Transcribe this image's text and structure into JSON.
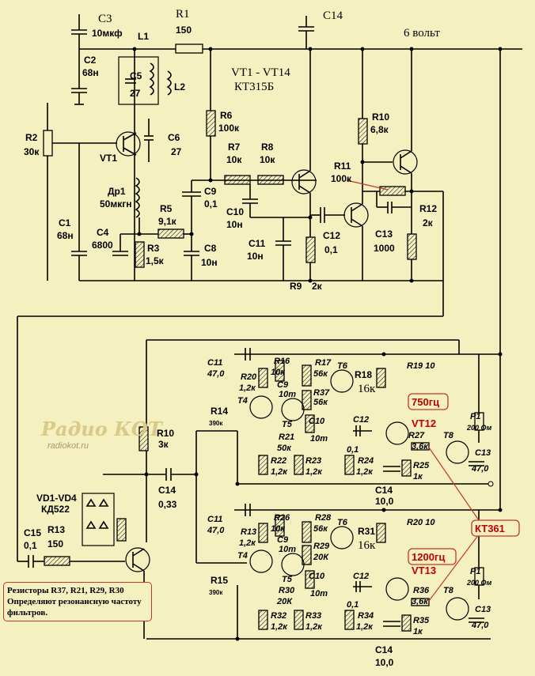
{
  "labels": {
    "C3": "C3",
    "C3v": "10мкф",
    "L1": "L1",
    "R1": "R1",
    "R1v": "150",
    "C14top": "C14",
    "supply": "6 вольт",
    "C2": "C2",
    "C2v": "68н",
    "C5": "C5",
    "C5v": "27",
    "L2": "L2",
    "vt_title": "VT1 - VT14",
    "vt_type": "КТ315Б",
    "R6": "R6",
    "R6v": "100к",
    "R10top": "R10",
    "R10topv": "6,8к",
    "R2": "R2",
    "R2v": "30к",
    "VT1": "VT1",
    "C6": "C6",
    "C6v": "27",
    "R7": "R7",
    "R7v": "10к",
    "R8": "R8",
    "R8v": "10к",
    "R11": "R11",
    "R11v": "100к",
    "Dr1": "Др1",
    "Dr1v": "50мкгн",
    "C9": "C9",
    "C9v": "0,1",
    "C10": "C10",
    "C10v": "10н",
    "R12": "R12",
    "R12v": "2к",
    "C1": "C1",
    "C1v": "68н",
    "C4": "C4",
    "C4v": "6800",
    "R5": "R5",
    "R5v": "9,1к",
    "R3": "R3",
    "R3v": "1,5к",
    "C8": "C8",
    "C8v": "10н",
    "C11": "C11",
    "C11v": "10н",
    "C12": "C12",
    "C12v": "0,1",
    "C13": "C13",
    "C13v": "1000",
    "R9": "R9",
    "R9v": "2к",
    "R10": "R10",
    "R10v": "3к",
    "C14mid": "C14",
    "C14midv": "0,33",
    "VD": "VD1-VD4",
    "VDtype": "КД522",
    "C15": "C15",
    "C15v": "0,1",
    "R13": "R13",
    "R13v": "150",
    "R14": "R14",
    "R14v": "390к",
    "R15": "R15",
    "R15v": "390к",
    "freq1": "750гц",
    "freq2": "1200гц",
    "kt361": "КТ361",
    "VT12": "VT12",
    "VT13": "VT13",
    "u_C11": "C11",
    "u_C11v": "47,0",
    "u_R16": "R16",
    "u_R16v": "10к",
    "u_R17": "R17",
    "u_R17v": "56к",
    "u_R20": "R20",
    "u_R20v": "1,2к",
    "u_C9": "C9",
    "u_C9v": "10т",
    "u_R37": "R37",
    "u_R37v": "56к",
    "u_T4": "T4",
    "u_T5": "T5",
    "u_T6": "T6",
    "u_R18": "R18",
    "u_R18v": "16к",
    "u_R19": "R19 10",
    "u_C10": "C10",
    "u_C10v": "10т",
    "u_R21": "R21",
    "u_R21v": "50к",
    "u_C12": "C12",
    "u_C12v": "0,1",
    "u_R27": "R27",
    "u_R27v": "3,6к",
    "u_P1": "P1",
    "u_P1v": "200 Ом",
    "u_T8": "T8",
    "u_C13": "C13",
    "u_C13v": "47,0",
    "u_R22": "R22",
    "u_R22v": "1,2к",
    "u_R23": "R23",
    "u_R23v": "1,2к",
    "u_R24": "R24",
    "u_R24v": "1,2к",
    "u_R25": "R25",
    "u_R25v": "1к",
    "u_C14": "C14",
    "u_C14v": "10,0",
    "l_C11": "C11",
    "l_C11v": "47,0",
    "l_R26": "R26",
    "l_R26v": "10к",
    "l_R28": "R28",
    "l_R28v": "56к",
    "l_R13": "R13",
    "l_R13v": "1,2к",
    "l_C9": "C9",
    "l_C9v": "10т",
    "l_R29": "R29",
    "l_R29v": "20К",
    "l_T4": "T4",
    "l_T5": "T5",
    "l_T6": "T6",
    "l_R31": "R31",
    "l_R31v": "16к",
    "l_R20": "R20 10",
    "l_C10": "C10",
    "l_C10v": "10т",
    "l_R30": "R30",
    "l_R30v": "20К",
    "l_C12": "C12",
    "l_C12v": "0,1",
    "l_R36": "R36",
    "l_R36v": "3,6к",
    "l_P1": "P1",
    "l_P1v": "200 Ом",
    "l_T8": "T8",
    "l_C13": "C13",
    "l_C13v": "47,0",
    "l_R32": "R32",
    "l_R32v": "1,2к",
    "l_R33": "R33",
    "l_R33v": "1,2к",
    "l_R34": "R34",
    "l_R34v": "1,2к",
    "l_R35": "R35",
    "l_R35v": "1к",
    "l_C14": "C14",
    "l_C14v": "10,0"
  },
  "note": "Резисторы R37, R21, R29, R30 Определяют резонансную частоту фильтров.",
  "logo": "Радио КОТ",
  "logo_url": "radiokot.ru"
}
